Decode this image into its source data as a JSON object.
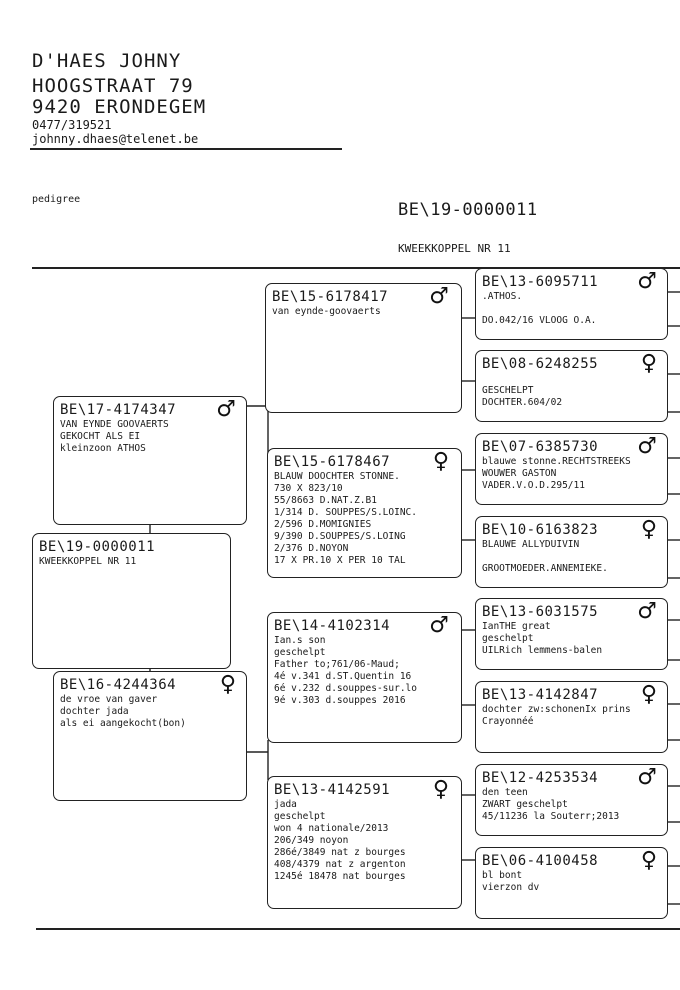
{
  "owner": {
    "name": "D'HAES JOHNY",
    "street": "HOOGSTRAAT 79",
    "city": "9420  ERONDEGEM",
    "phone": "0477/319521",
    "email": "johnny.dhaes@telenet.be"
  },
  "document": {
    "label": "pedigree",
    "main_ring": "BE\\19-0000011",
    "main_note": "KWEEKKOPPEL NR 11"
  },
  "symbols": {
    "male": "♂",
    "female": "♀"
  },
  "birds": {
    "subject": {
      "ring": "BE\\19-0000011",
      "sex": "",
      "lines": [
        "KWEEKKOPPEL NR 11"
      ]
    },
    "sire": {
      "ring": "BE\\17-4174347",
      "sex": "male",
      "lines": [
        "VAN EYNDE GOOVAERTS",
        "GEKOCHT ALS EI",
        "kleinzoon ATHOS"
      ]
    },
    "dam": {
      "ring": "BE\\16-4244364",
      "sex": "female",
      "lines": [
        "de vroe van gaver",
        "dochter jada",
        "als ei aangekocht(bon)"
      ]
    },
    "sire_sire": {
      "ring": "BE\\15-6178417",
      "sex": "male",
      "lines": [
        "van eynde-goovaerts"
      ]
    },
    "sire_dam": {
      "ring": "BE\\15-6178467",
      "sex": "female",
      "lines": [
        "BLAUW DOOCHTER STONNE.",
        "730 X 823/10",
        "55/8663 D.NAT.Z.B1",
        "1/314 D. SOUPPES/S.LOINC.",
        "2/596 D.MOMIGNIES",
        "9/390 D.SOUPPES/S.LOING",
        "2/376 D.NOYON",
        "17 X PR.10 X PER 10 TAL"
      ]
    },
    "dam_sire": {
      "ring": "BE\\14-4102314",
      "sex": "male",
      "lines": [
        "Ian.s son",
        "geschelpt",
        "Father to;761/06-Maud;",
        "4é v.341 d.ST.Quentin 16",
        "6é v.232 d.souppes-sur.lo",
        "9é v.303 d.souppes 2016"
      ]
    },
    "dam_dam": {
      "ring": "BE\\13-4142591",
      "sex": "female",
      "lines": [
        "jada",
        "geschelpt",
        "won 4 nationale/2013",
        "206/349 noyon",
        "286é/3849 nat z bourges",
        "408/4379 nat z argenton",
        "1245é 18478 nat bourges"
      ]
    },
    "ss_sire": {
      "ring": "BE\\13-6095711",
      "sex": "male",
      "lines": [
        ".ATHOS.",
        "",
        "DO.042/16 VLOOG O.A."
      ]
    },
    "ss_dam": {
      "ring": "BE\\08-6248255",
      "sex": "female",
      "lines": [
        "",
        "GESCHELPT",
        "DOCHTER.604/02"
      ]
    },
    "sd_sire": {
      "ring": "BE\\07-6385730",
      "sex": "male",
      "lines": [
        "blauwe stonne.RECHTSTREEKS",
        "WOUWER GASTON",
        "VADER.V.O.D.295/11"
      ]
    },
    "sd_dam": {
      "ring": "BE\\10-6163823",
      "sex": "female",
      "lines": [
        "BLAUWE ALLYDUIVIN",
        "",
        "GROOTMOEDER.ANNEMIEKE."
      ]
    },
    "ds_sire": {
      "ring": "BE\\13-6031575",
      "sex": "male",
      "lines": [
        "IanTHE great",
        "geschelpt",
        "UILRich lemmens-balen"
      ]
    },
    "ds_dam": {
      "ring": "BE\\13-4142847",
      "sex": "female",
      "lines": [
        "dochter zw:schonenIx prins",
        "Crayonnéé"
      ]
    },
    "dd_sire": {
      "ring": "BE\\12-4253534",
      "sex": "male",
      "lines": [
        "den teen",
        "ZWART geschelpt",
        "45/11236 la Souterr;2013"
      ]
    },
    "dd_dam": {
      "ring": "BE\\06-4100458",
      "sex": "female",
      "lines": [
        "bl bont",
        "vierzon dv"
      ]
    }
  }
}
